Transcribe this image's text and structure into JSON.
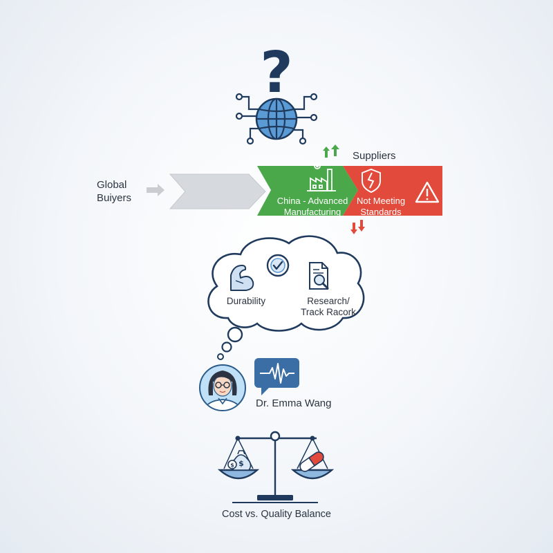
{
  "buyers": {
    "label_line1": "Global",
    "label_line2": "Buiyers"
  },
  "suppliers": {
    "label": "Suppliers",
    "green_segment_line1": "China - Advanced",
    "green_segment_line2": "Manufacturing",
    "red_segment_line1": "Not Meeting",
    "red_segment_line2": "Standards"
  },
  "thought_cloud": {
    "item1_label": "Durability",
    "item2_line1": "Research/",
    "item2_line2": "Track Racork"
  },
  "person": {
    "name": "Dr. Emma Wang"
  },
  "balance": {
    "label": "Cost vs. Quality Balance"
  },
  "colors": {
    "navy": "#1f3a5c",
    "blue": "#3f7fbf",
    "light_blue": "#8fb8e0",
    "green": "#4aa84a",
    "red": "#e24b3b",
    "gray_arrow": "#c9cdd2"
  },
  "icons": [
    "question-mark-icon",
    "network-globe-icon",
    "factory-gear-icon",
    "broken-shield-icon",
    "warning-icon",
    "arrow-up-icon",
    "arrow-down-icon",
    "bicep-icon",
    "checkmark-badge-icon",
    "document-search-icon",
    "speech-waveform-icon",
    "avatar",
    "money-bag-icon",
    "quality-pill-icon",
    "balance-scale-icon"
  ]
}
